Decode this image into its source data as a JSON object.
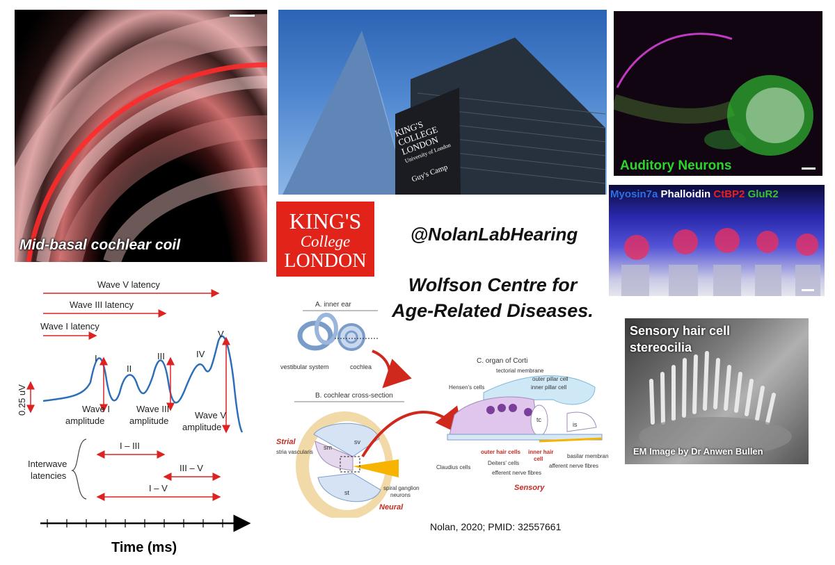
{
  "cochlea_panel": {
    "caption": "Mid-basal cochlear coil"
  },
  "building_panel": {
    "sign_lines": [
      "KING'S",
      "COLLEGE",
      "LONDON",
      "University of London",
      "Guy's Camp"
    ]
  },
  "neurons_panel": {
    "caption": "Auditory Neurons"
  },
  "stain_panel": {
    "labels": [
      {
        "text": "Myosin7a",
        "color": "#2f6fe0"
      },
      {
        "text": "Phalloidin",
        "color": "#ffffff"
      },
      {
        "text": "CtBP2",
        "color": "#e8201c"
      },
      {
        "text": "GluR2",
        "color": "#39c22e"
      }
    ]
  },
  "kcl_logo": {
    "line1": "KING'S",
    "line2": "College",
    "line3": "LONDON"
  },
  "center": {
    "handle": "@NolanLabHearing",
    "centre_line1": "Wolfson Centre for",
    "centre_line2": "Age-Related Diseases."
  },
  "em_panel": {
    "title_line1": "Sensory hair cell",
    "title_line2": "stereocilia",
    "credit": "EM Image by Dr Anwen Bullen"
  },
  "abr": {
    "latencies": [
      "Wave V latency",
      "Wave III latency",
      "Wave I latency"
    ],
    "peaks": [
      "I",
      "II",
      "III",
      "IV",
      "V"
    ],
    "amp_scale": "0.25 uV",
    "amplitudes": [
      [
        "Wave I",
        "amplitude"
      ],
      [
        "Wave III",
        "amplitude"
      ],
      [
        "Wave V",
        "amplitude"
      ]
    ],
    "interwave_label": [
      "Interwave",
      "latencies"
    ],
    "intervals": [
      "I – III",
      "III – V",
      "I – V"
    ],
    "time_axis": "Time (ms)"
  },
  "ear_diagram": {
    "a_title": "A. inner ear",
    "a_labels": [
      "vestibular system",
      "cochlea"
    ],
    "b_title": "B. cochlear cross-section",
    "b_labels": [
      "Strial",
      "stria vascularis",
      "sm",
      "sv",
      "st",
      "spiral ganglion",
      "neurons",
      "Neural"
    ],
    "c_title": "C. organ of Corti",
    "c_labels": [
      "tectorial membrane",
      "outer pillar cell",
      "inner pillar cell",
      "Hensen's cells",
      "tc",
      "is",
      "Claudius cells",
      "outer hair cells",
      "Deiters' cells",
      "inner hair",
      "cell",
      "afferent nerve fibres",
      "basilar membrane",
      "efferent nerve fibres",
      "Sensory"
    ]
  },
  "citation": "Nolan, 2020; PMID: 32557661"
}
